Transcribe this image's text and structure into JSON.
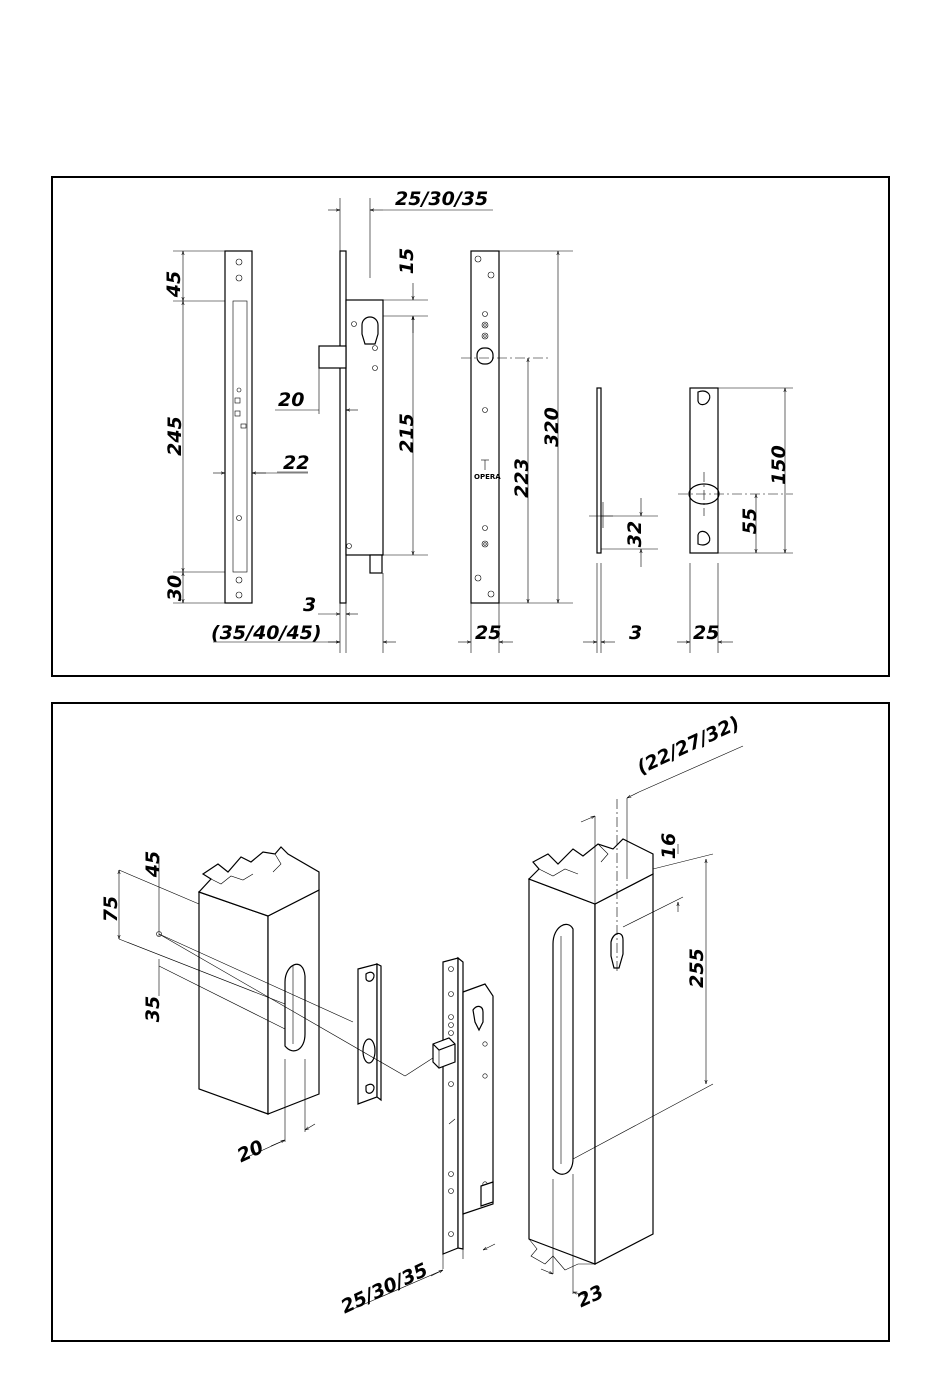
{
  "top_view": {
    "dims": {
      "backset": "25/30/35",
      "d45": "45",
      "d245": "245",
      "d30": "30",
      "d22": "22",
      "d15": "15",
      "d20": "20",
      "d215": "215",
      "d3a": "3",
      "faceplate": "(35/40/45)",
      "d223": "223",
      "d320": "320",
      "d25a": "25",
      "d32": "32",
      "d3b": "3",
      "d150": "150",
      "d55": "55",
      "d25b": "25"
    },
    "brand_mark": "OPERA"
  },
  "iso_view": {
    "dims": {
      "d75": "75",
      "d45": "45",
      "d35": "35",
      "d20": "20",
      "door": "(22/27/32)",
      "d16": "16",
      "d255": "255",
      "backset": "25/30/35",
      "d23": "23"
    }
  }
}
